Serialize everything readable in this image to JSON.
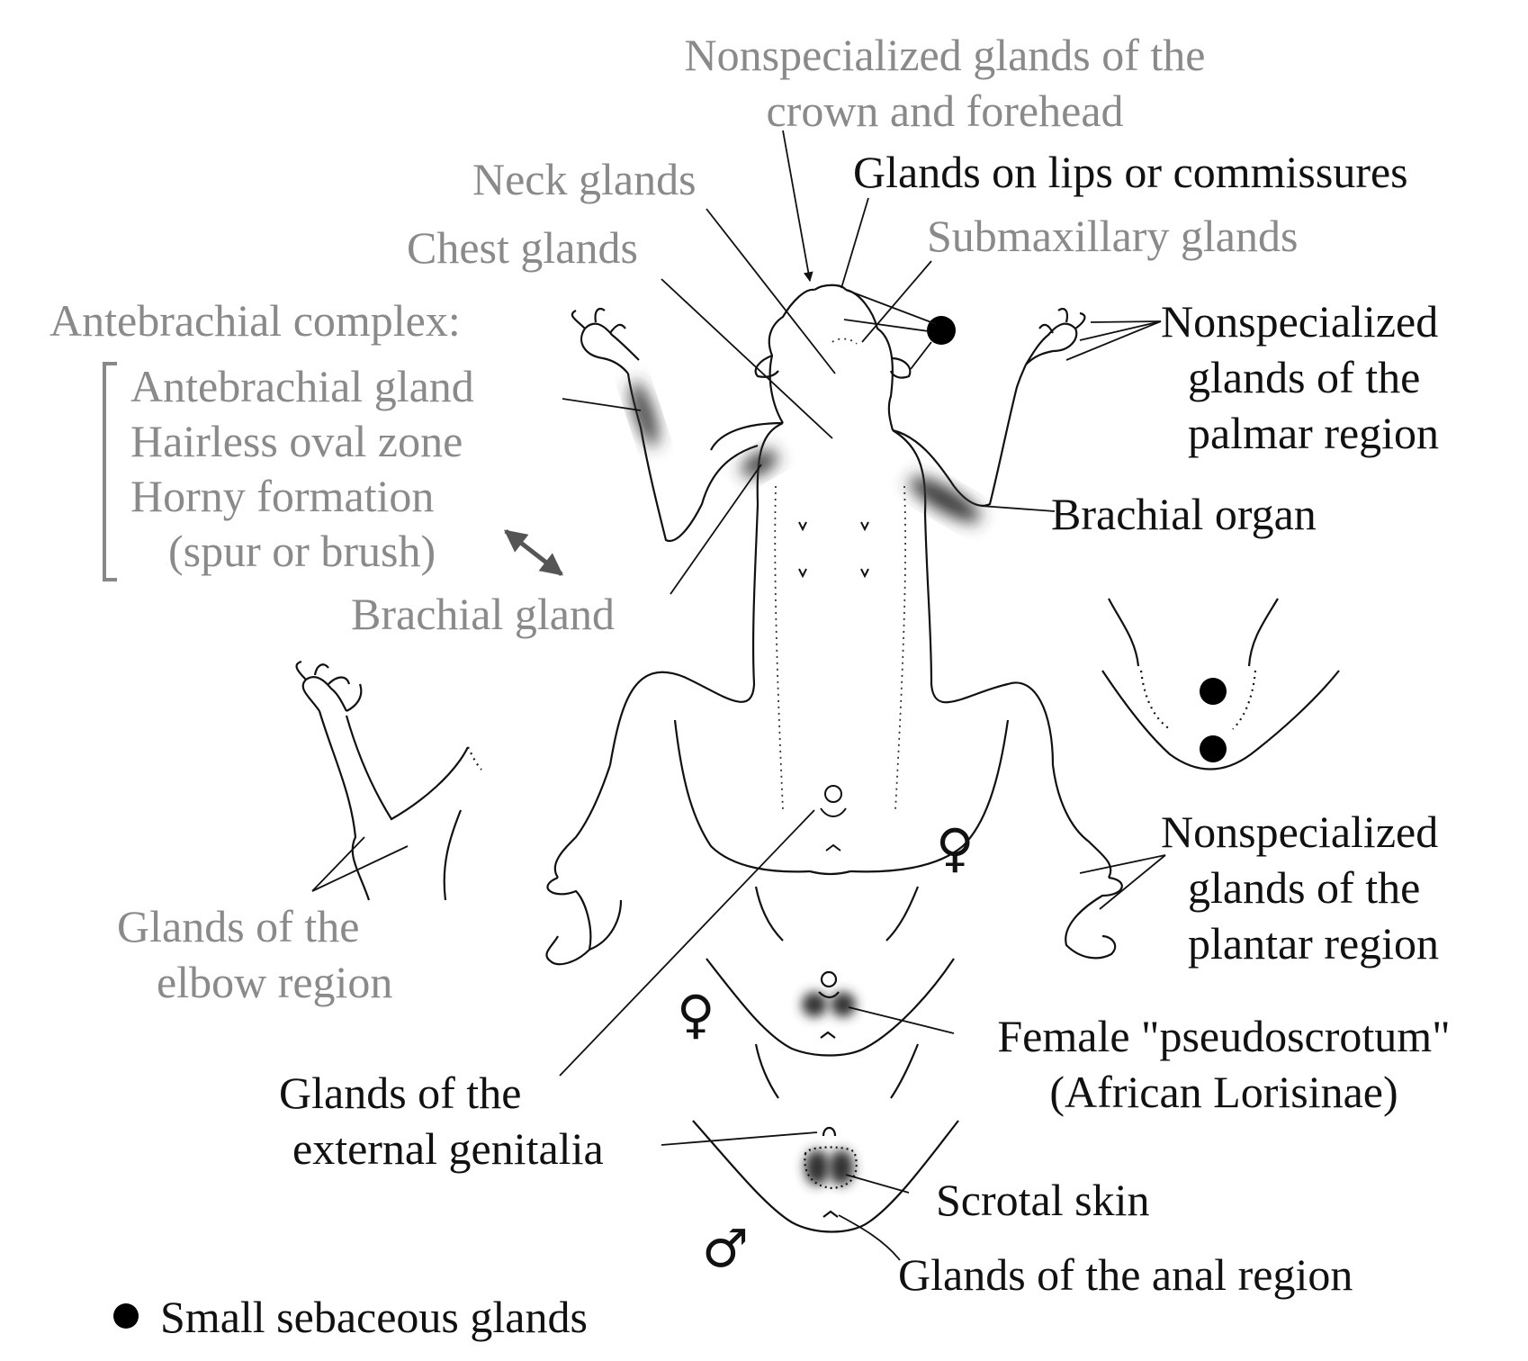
{
  "labels": {
    "crown": [
      "Nonspecialized glands of the",
      "crown and forehead"
    ],
    "lips": "Glands on lips or commissures",
    "neck": "Neck glands",
    "submaxillary": "Submaxillary glands",
    "chest": "Chest glands",
    "antebrachial_complex": {
      "title": "Antebrachial complex:",
      "items": [
        "Antebrachial gland",
        "Hairless oval zone",
        "Horny formation",
        "(spur or brush)"
      ]
    },
    "palmar": [
      "Nonspecialized",
      "glands of the",
      "palmar region"
    ],
    "brachial_organ": "Brachial organ",
    "brachial_gland": "Brachial gland",
    "elbow": [
      "Glands of the",
      "elbow region"
    ],
    "plantar": [
      "Nonspecialized",
      "glands of the",
      "plantar region"
    ],
    "pseudoscrotum": [
      "Female \"pseudoscrotum\"",
      "(African Lorisinae)"
    ],
    "external_genitalia": [
      "Glands of the",
      "external genitalia"
    ],
    "scrotal": "Scrotal skin",
    "anal": "Glands of the anal region",
    "legend": "Small sebaceous glands"
  },
  "symbols": {
    "female": "♀",
    "male": "♂"
  },
  "colors": {
    "gray_label": "#8a8a8a",
    "black_label": "#111111",
    "gland_shade": "#333333"
  }
}
